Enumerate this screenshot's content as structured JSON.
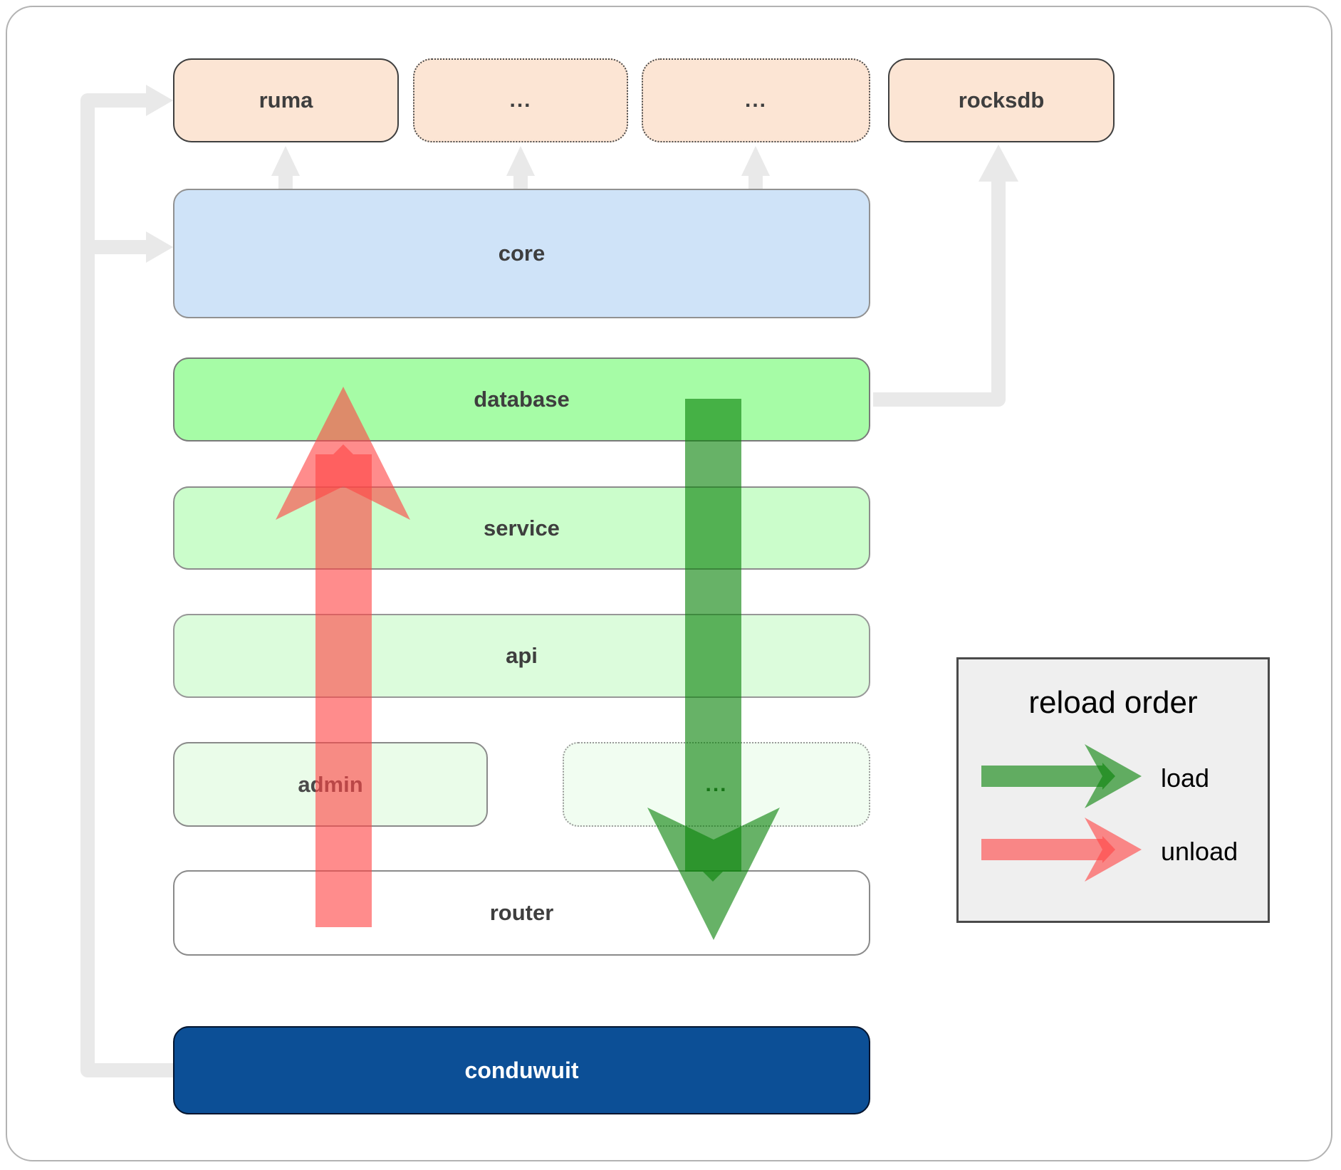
{
  "colors": {
    "load_arrow": "#0a820a",
    "unload_arrow": "#ff4646",
    "connector_gray": "#e9e9e9",
    "node_peach": "#fce5d4",
    "node_blue": "#cfe3f8",
    "node_green_bright": "#a6fca6",
    "node_green_light": "#cbfdcb",
    "node_green_lighter": "#dcfcdc",
    "node_green_faint": "#eafce9",
    "node_green_faintest": "#f1fdf1",
    "node_white": "#ffffff",
    "node_navy": "#0c4f96"
  },
  "nodes": {
    "ruma": {
      "label": "ruma"
    },
    "dots_top_a": {
      "label": "..."
    },
    "dots_top_b": {
      "label": "..."
    },
    "rocksdb": {
      "label": "rocksdb"
    },
    "core": {
      "label": "core"
    },
    "database": {
      "label": "database"
    },
    "service": {
      "label": "service"
    },
    "api": {
      "label": "api"
    },
    "admin": {
      "label": "admin"
    },
    "dots_admin": {
      "label": "..."
    },
    "router": {
      "label": "router"
    },
    "conduwuit": {
      "label": "conduwuit"
    }
  },
  "legend": {
    "title": "reload order",
    "items": [
      {
        "label": "load"
      },
      {
        "label": "unload"
      }
    ]
  }
}
